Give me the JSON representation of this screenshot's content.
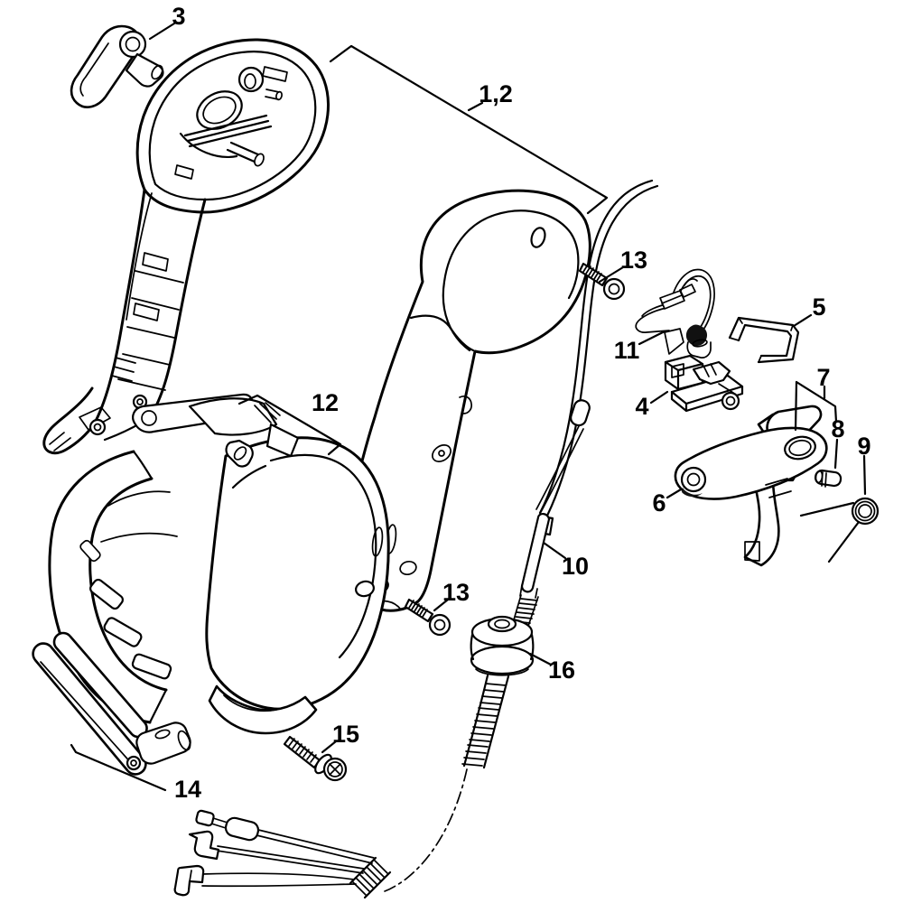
{
  "diagram": {
    "kind": "exploded-parts-line-drawing",
    "background_color": "#ffffff",
    "line_color": "#000000",
    "label_color": "#000000",
    "callouts": [
      {
        "id": "callout-3",
        "text": "3"
      },
      {
        "id": "callout-1-2",
        "text": "1,2"
      },
      {
        "id": "callout-13-upper",
        "text": "13"
      },
      {
        "id": "callout-5",
        "text": "5"
      },
      {
        "id": "callout-11",
        "text": "11"
      },
      {
        "id": "callout-4",
        "text": "4"
      },
      {
        "id": "callout-7",
        "text": "7"
      },
      {
        "id": "callout-8",
        "text": "8"
      },
      {
        "id": "callout-9",
        "text": "9"
      },
      {
        "id": "callout-6",
        "text": "6"
      },
      {
        "id": "callout-10",
        "text": "10"
      },
      {
        "id": "callout-13-lower",
        "text": "13"
      },
      {
        "id": "callout-16",
        "text": "16"
      },
      {
        "id": "callout-15",
        "text": "15"
      },
      {
        "id": "callout-14",
        "text": "14"
      },
      {
        "id": "callout-12",
        "text": "12"
      }
    ]
  }
}
